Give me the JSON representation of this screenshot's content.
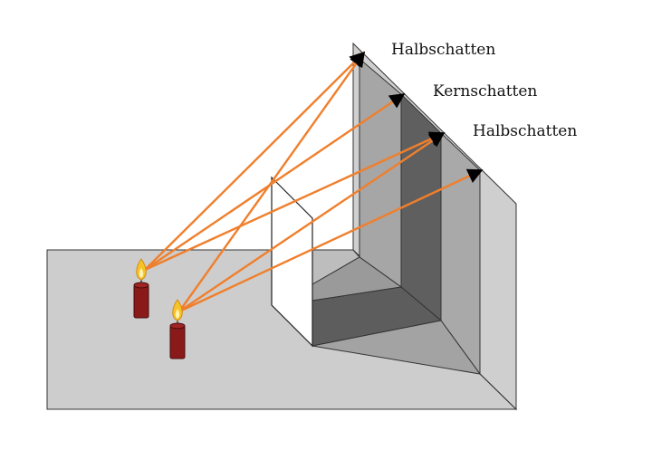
{
  "labels": {
    "top_penumbra": "Halbschatten",
    "umbra": "Kernschatten",
    "bottom_penumbra": "Halbschatten"
  },
  "colors": {
    "floor": "#cdcdcd",
    "wall": "#cfcfcf",
    "penumbra": "#a9a9a9",
    "umbra": "#5e5e5e",
    "block_face": "#ffffff",
    "ray": "#f07f2c",
    "candle": "#8a1a1a",
    "flame": "#f6c32a"
  },
  "icons": {
    "candle": "candle-icon",
    "flame": "flame-icon"
  }
}
